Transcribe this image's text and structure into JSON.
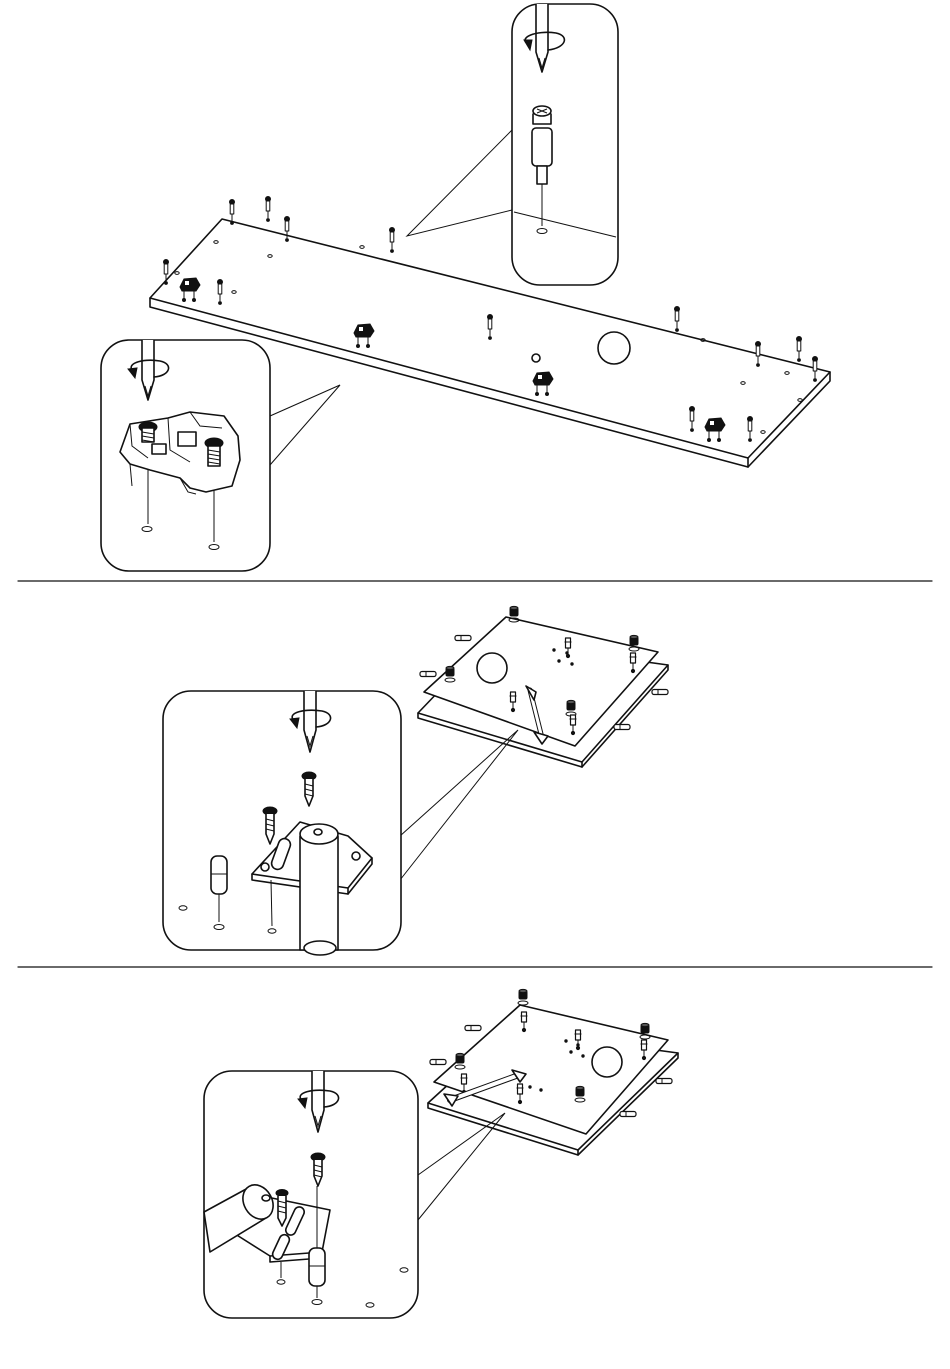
{
  "page": {
    "kind": "assembly-instruction-sheet",
    "steps_count": 3,
    "colors": {
      "ink": "#111111",
      "paper": "#ffffff"
    }
  },
  "steps": [
    {
      "id": "step-1",
      "parts": [
        "long-panel",
        "cam-bolts",
        "dowels",
        "hinge-mounting-plates",
        "round-cutout"
      ],
      "callouts": [
        {
          "id": "callout-top",
          "icons": [
            "screwdriver-icon",
            "rotate-clockwise-icon",
            "cam-bolt-icon",
            "drill-hole-icon"
          ]
        },
        {
          "id": "callout-bottom",
          "icons": [
            "screwdriver-icon",
            "rotate-clockwise-icon",
            "hinge-plate-icon",
            "screw-icon",
            "drill-hole-icon"
          ]
        }
      ]
    },
    {
      "id": "step-2",
      "parts": [
        "square-panel",
        "cam-locks",
        "dowels",
        "gas-strut",
        "round-cutout"
      ],
      "callouts": [
        {
          "id": "callout-strut-bracket",
          "icons": [
            "screwdriver-icon",
            "rotate-clockwise-icon",
            "screw-icon",
            "dowel-icon",
            "strut-bracket-icon",
            "drill-hole-icon"
          ]
        }
      ]
    },
    {
      "id": "step-3",
      "parts": [
        "square-panel",
        "cam-locks",
        "dowels",
        "gas-strut",
        "round-cutout"
      ],
      "callouts": [
        {
          "id": "callout-strut-bracket-2",
          "icons": [
            "screwdriver-icon",
            "rotate-clockwise-icon",
            "screw-icon",
            "dowel-icon",
            "strut-bracket-icon",
            "drill-hole-icon"
          ]
        }
      ]
    }
  ]
}
